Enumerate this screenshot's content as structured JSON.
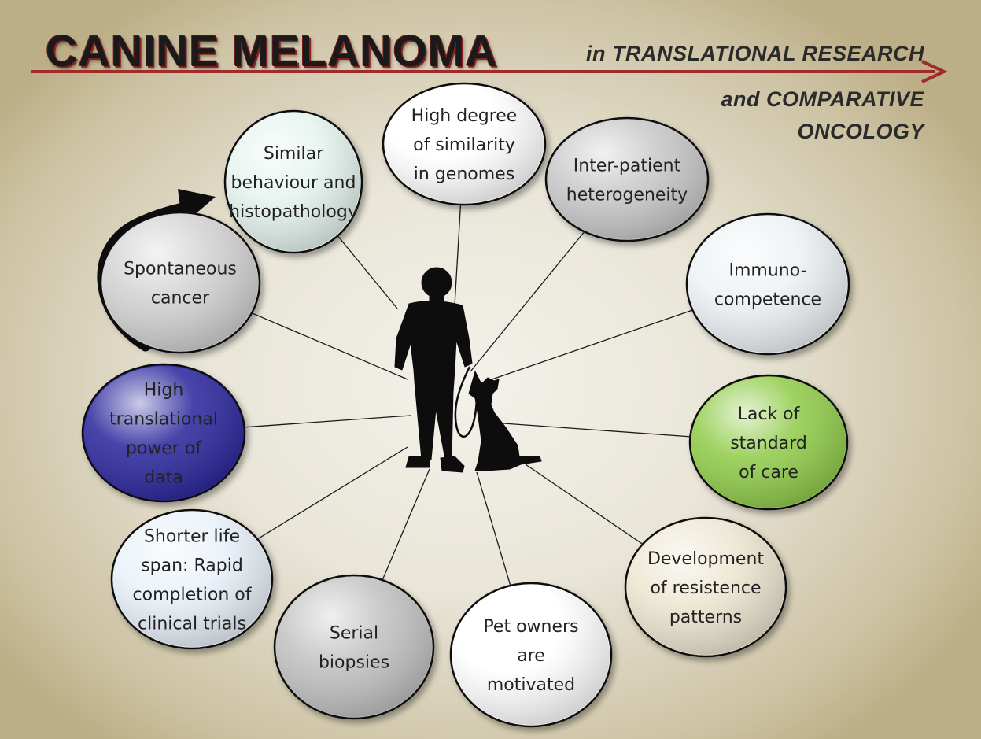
{
  "title": "CANINE MELANOMA",
  "subtitle": {
    "line1": "in  TRANSLATIONAL RESEARCH",
    "line2": "and COMPARATIVE",
    "line3": "ONCOLOGY"
  },
  "features": [
    {
      "lines": [
        "Similar",
        "behaviour and",
        "histopathology"
      ],
      "fill": "#e6f4ee",
      "text_color": "#222222"
    },
    {
      "lines": [
        "High degree",
        "of similarity",
        "in genomes"
      ],
      "fill": "#ffffff",
      "text_color": "#222222"
    },
    {
      "lines": [
        "Inter-patient",
        "heterogeneity"
      ],
      "fill": "#c9c9c9",
      "text_color": "#222222"
    },
    {
      "lines": [
        "Immuno-",
        "competence"
      ],
      "fill": "#eef2f5",
      "text_color": "#222222"
    },
    {
      "lines": [
        "Lack of",
        "standard",
        "of care"
      ],
      "fill": "#92cc4e",
      "text_color": "#222222"
    },
    {
      "lines": [
        "Development",
        "of resistence",
        "patterns"
      ],
      "fill": "#ede6d2",
      "text_color": "#222222"
    },
    {
      "lines": [
        "Pet owners",
        "are",
        "motivated"
      ],
      "fill": "#ffffff",
      "text_color": "#222222"
    },
    {
      "lines": [
        "Serial",
        "biopsies"
      ],
      "fill": "#c2c2c2",
      "text_color": "#222222"
    },
    {
      "lines": [
        "Shorter life",
        "span: Rapid",
        "completion of",
        "clinical trials"
      ],
      "fill": "#e9f1f9",
      "text_color": "#222222"
    },
    {
      "lines": [
        "High",
        "translational",
        "power of",
        "data"
      ],
      "fill": "#2e2a9e",
      "text_color": "#ffffff"
    },
    {
      "lines": [
        "Spontaneous",
        "cancer"
      ],
      "fill": "#d2d2d2",
      "text_color": "#222222"
    }
  ],
  "colors": {
    "arrow_line": "#a12a2a",
    "connector": "#1a1a1a",
    "silhouette": "#0d0d0d",
    "circle_stroke": "#111111"
  },
  "icons": {
    "center": "person-with-dog-icon",
    "cycle": "curved-arrow-icon"
  }
}
